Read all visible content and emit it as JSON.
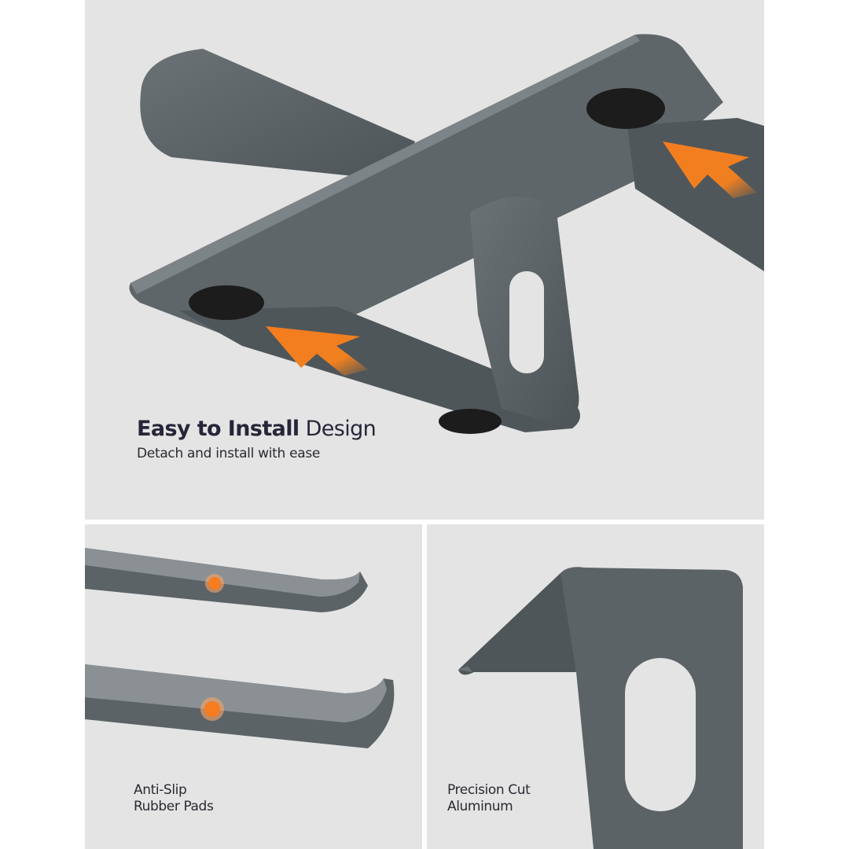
{
  "top_panel": {
    "headline_bold": "Easy to Install",
    "headline_regular": "Design",
    "subheadline": "Detach and install with ease",
    "callout_icons": [
      "orange-arrow-icon",
      "orange-arrow-icon"
    ]
  },
  "bottom_left_panel": {
    "caption_line1": "Anti-Slip",
    "caption_line2": "Rubber Pads",
    "callout_icons": [
      "orange-dot-icon",
      "orange-dot-icon"
    ]
  },
  "bottom_right_panel": {
    "caption_line1": "Precision Cut",
    "caption_line2": "Aluminum"
  },
  "colors": {
    "panel_background": "#e4e4e4",
    "page_background": "#ffffff",
    "aluminum": "#5c6366",
    "aluminum_dark": "#3f4548",
    "accent_orange": "#f57c1f",
    "rubber_pad": "#1c1c1c",
    "text": "#26263a"
  }
}
